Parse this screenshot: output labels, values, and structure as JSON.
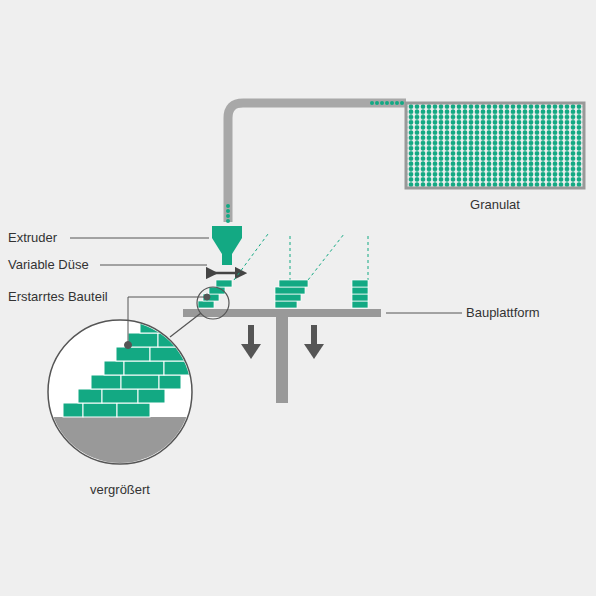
{
  "diagram": {
    "labels": [
      "Extruder",
      "Variable Düse",
      "Erstarrtes Bauteil",
      "Bauplattform",
      "Granulat",
      "vergrößert"
    ]
  }
}
